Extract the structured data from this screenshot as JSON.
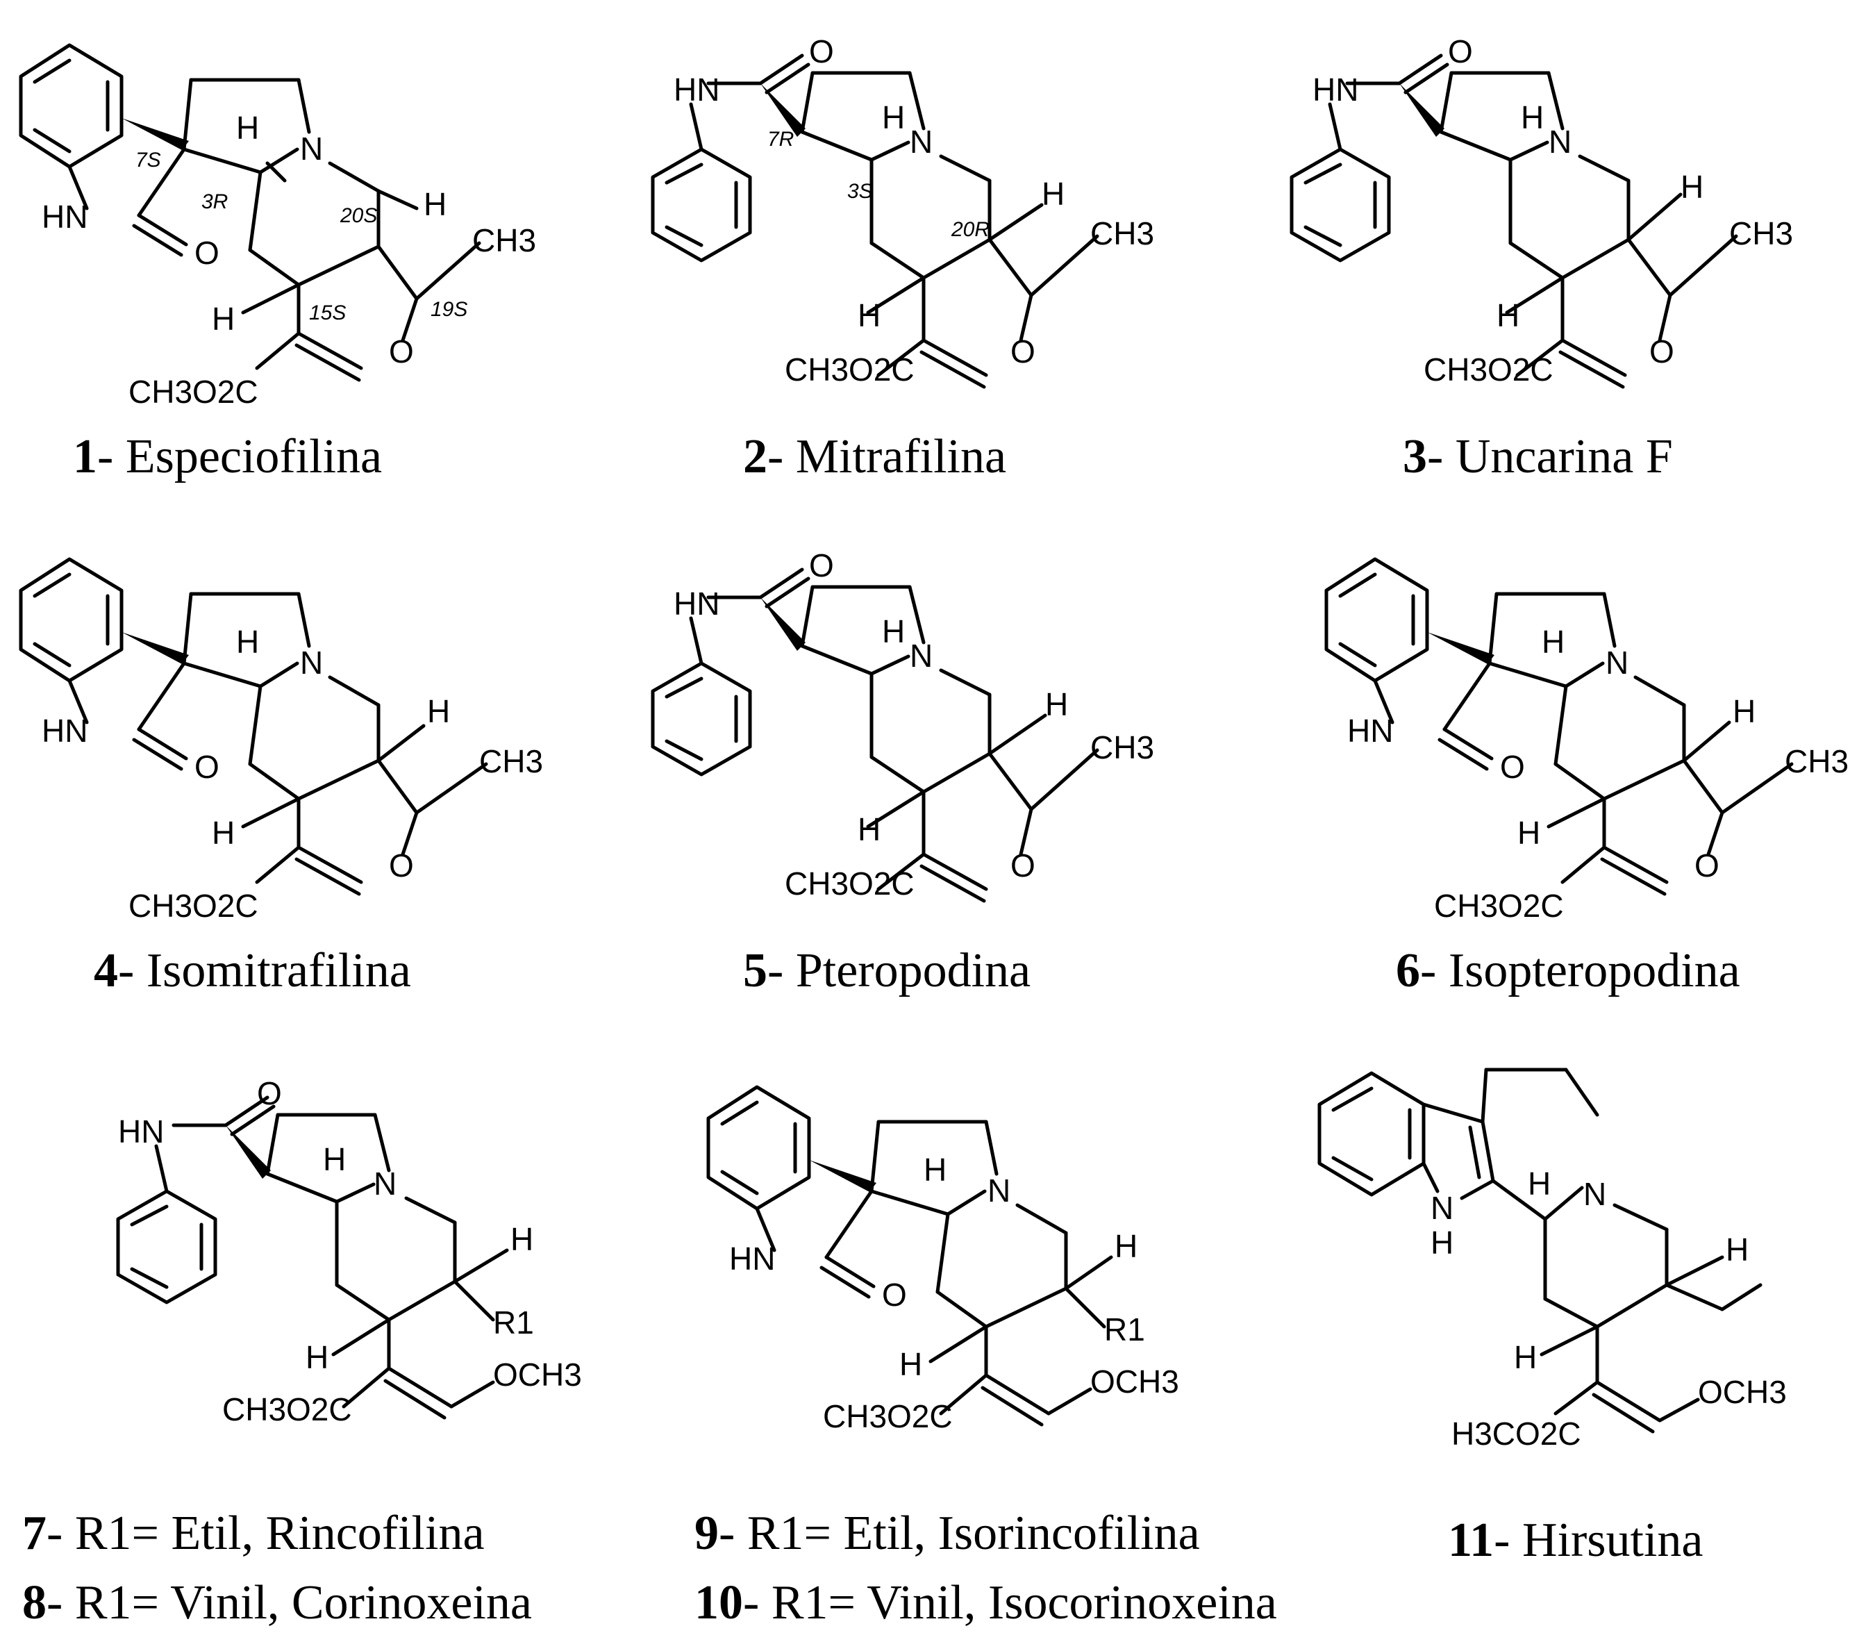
{
  "compounds": [
    {
      "number": "1",
      "name": "Especiofilina",
      "labels": {
        "hn": "HN",
        "o_lactam": "O",
        "h3": "H",
        "n": "N",
        "h20": "H",
        "ch3": "CH3",
        "h15": "H",
        "o_ring": "O",
        "ester": "CH3O2C"
      },
      "stereo": {
        "s7": "7S",
        "s3": "3R",
        "s20": "20S",
        "s15": "15S",
        "s19": "19S"
      }
    },
    {
      "number": "2",
      "name": "Mitrafilina",
      "labels": {
        "hn": "HN",
        "o_lactam": "O",
        "h3": "H",
        "n": "N",
        "h20": "H",
        "ch3": "CH3",
        "h15": "H",
        "o_ring": "O",
        "ester": "CH3O2C"
      },
      "stereo": {
        "s7": "7R",
        "s3": "3S",
        "s20": "20R"
      }
    },
    {
      "number": "3",
      "name": "Uncarina F",
      "labels": {
        "hn": "HN",
        "o_lactam": "O",
        "h3": "H",
        "n": "N",
        "h20": "H",
        "ch3": "CH3",
        "h15": "H",
        "o_ring": "O",
        "ester": "CH3O2C"
      }
    },
    {
      "number": "4",
      "name": "Isomitrafilina",
      "labels": {
        "hn": "HN",
        "o_lactam": "O",
        "h3": "H",
        "n": "N",
        "h20": "H",
        "ch3": "CH3",
        "h15": "H",
        "o_ring": "O",
        "ester": "CH3O2C"
      }
    },
    {
      "number": "5",
      "name": "Pteropodina",
      "labels": {
        "hn": "HN",
        "o_lactam": "O",
        "h3": "H",
        "n": "N",
        "h20": "H",
        "ch3": "CH3",
        "h15": "H",
        "o_ring": "O",
        "ester": "CH3O2C"
      }
    },
    {
      "number": "6",
      "name": "Isopteropodina",
      "labels": {
        "hn": "HN",
        "o_lactam": "O",
        "h3": "H",
        "n": "N",
        "h20": "H",
        "ch3": "CH3",
        "h15": "H",
        "o_ring": "O",
        "ester": "CH3O2C"
      }
    },
    {
      "number": "7",
      "name": "R1= Etil, Rincofilina",
      "labels": {
        "hn": "HN",
        "o_lactam": "O",
        "h3": "H",
        "n": "N",
        "h20": "H",
        "r1": "R1",
        "h15": "H",
        "ome": "OCH3",
        "ester": "CH3O2C"
      }
    },
    {
      "number": "8",
      "name": "R1= Vinil, Corinoxeina"
    },
    {
      "number": "9",
      "name": "R1= Etil, Isorincofilina",
      "labels": {
        "hn": "HN",
        "o_lactam": "O",
        "h3": "H",
        "n": "N",
        "h20": "H",
        "r1": "R1",
        "h15": "H",
        "ome": "OCH3",
        "ester": "CH3O2C"
      }
    },
    {
      "number": "10",
      "name": "R1= Vinil, Isocorinoxeina"
    },
    {
      "number": "11",
      "name": "Hirsutina",
      "labels": {
        "nh_n": "N",
        "nh_h": "H",
        "h3": "H",
        "n": "N",
        "h20": "H",
        "h15": "H",
        "ome": "OCH3",
        "ester": "H3CO2C"
      }
    }
  ]
}
